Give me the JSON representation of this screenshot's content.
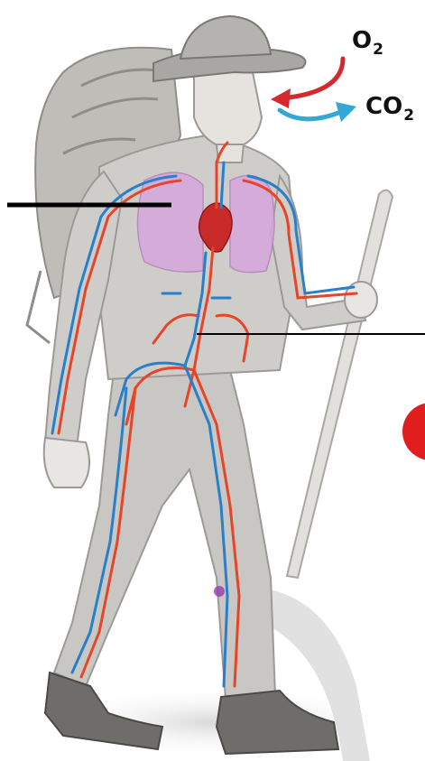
{
  "labels": {
    "oxygen": {
      "base": "O",
      "sub": "2"
    },
    "carbon_dioxide": {
      "base": "CO",
      "sub": "2"
    }
  },
  "colors": {
    "arteries": "#e5462a",
    "veins": "#2a7fc9",
    "oxygen_arrow": "#d42a2e",
    "co2_arrow": "#32a8d8",
    "lungs": "#d7a6dc",
    "leader_lines": "#000000",
    "red_marker": "#e01e1e",
    "figure": "#c8c6c2"
  },
  "icons": [
    "hiker-figure",
    "backpack-icon",
    "hat-icon",
    "walking-stick-icon",
    "heart-icon",
    "lungs-icon"
  ]
}
